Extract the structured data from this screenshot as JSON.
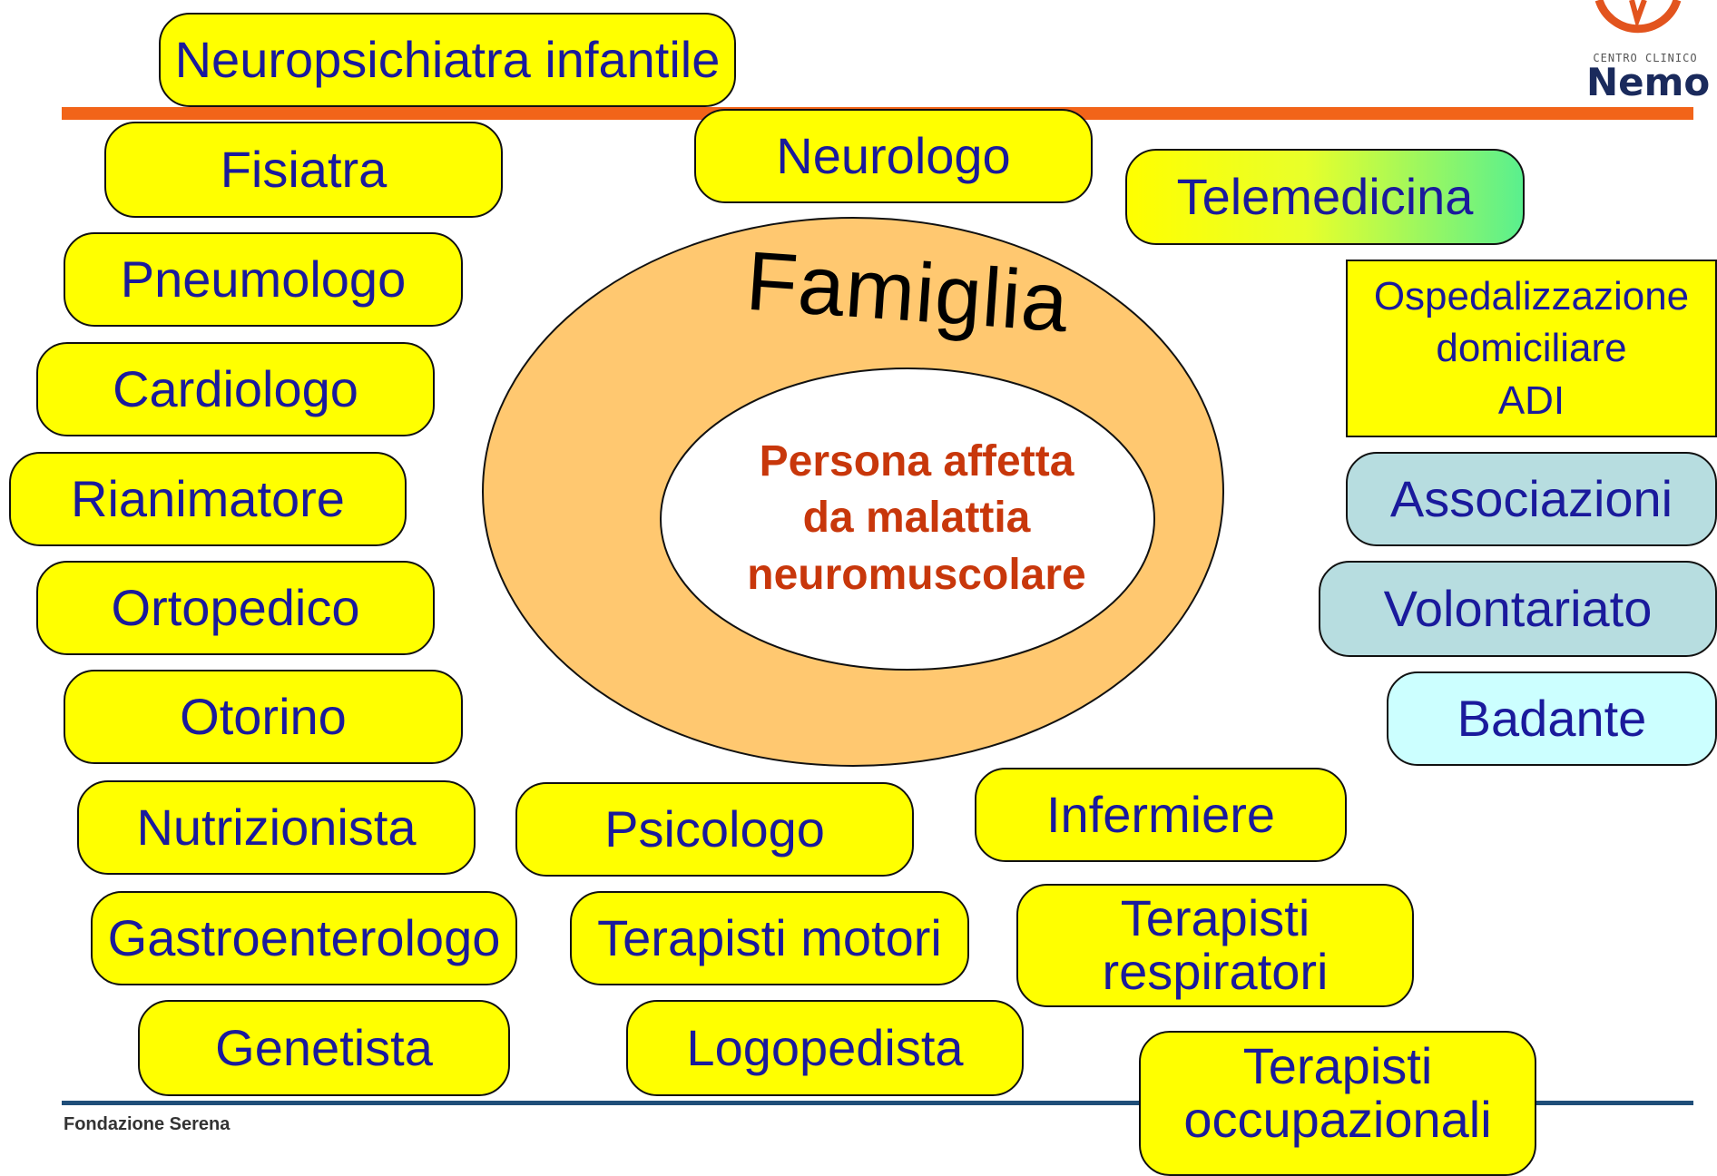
{
  "center": {
    "outer_label": "Famiglia",
    "inner_lines": [
      "Persona affetta",
      "da malattia",
      "neuromuscolare"
    ]
  },
  "boxes": {
    "neuropsichiatra": "Neuropsichiatra infantile",
    "fisiatra": "Fisiatra",
    "neurologo": "Neurologo",
    "telemedicina": "Telemedicina",
    "pneumologo": "Pneumologo",
    "cardiologo": "Cardiologo",
    "rianimatore": "Rianimatore",
    "ortopedico": "Ortopedico",
    "otorino": "Otorino",
    "nutrizionista": "Nutrizionista",
    "gastroenterologo": "Gastroenterologo",
    "genetista": "Genetista",
    "psicologo": "Psicologo",
    "terapisti_motori": "Terapisti motori",
    "logopedista": "Logopedista",
    "infermiere": "Infermiere",
    "terapisti_respiratori": [
      "Terapisti",
      "respiratori"
    ],
    "terapisti_occupazionali": [
      "Terapisti",
      "occupazionali"
    ],
    "ospedalizzazione": [
      "Ospedalizzazione",
      "domiciliare",
      "ADI"
    ],
    "associazioni": "Associazioni",
    "volontariato": "Volontariato",
    "badante": "Badante"
  },
  "footer": {
    "text": "Fondazione Serena"
  },
  "logo": {
    "small_text": "CENTRO CLINICO",
    "name": "Nemo"
  },
  "colors": {
    "pill_yellow": "#ffff00",
    "pill_blue": "#b7dde0",
    "pill_cyan": "#ccffff",
    "text_blue": "#1a1a9c",
    "inner_red": "#c8370b",
    "ring_orange": "#ffc870",
    "top_bar": "#f26419",
    "bottom_bar": "#1f4e79"
  }
}
